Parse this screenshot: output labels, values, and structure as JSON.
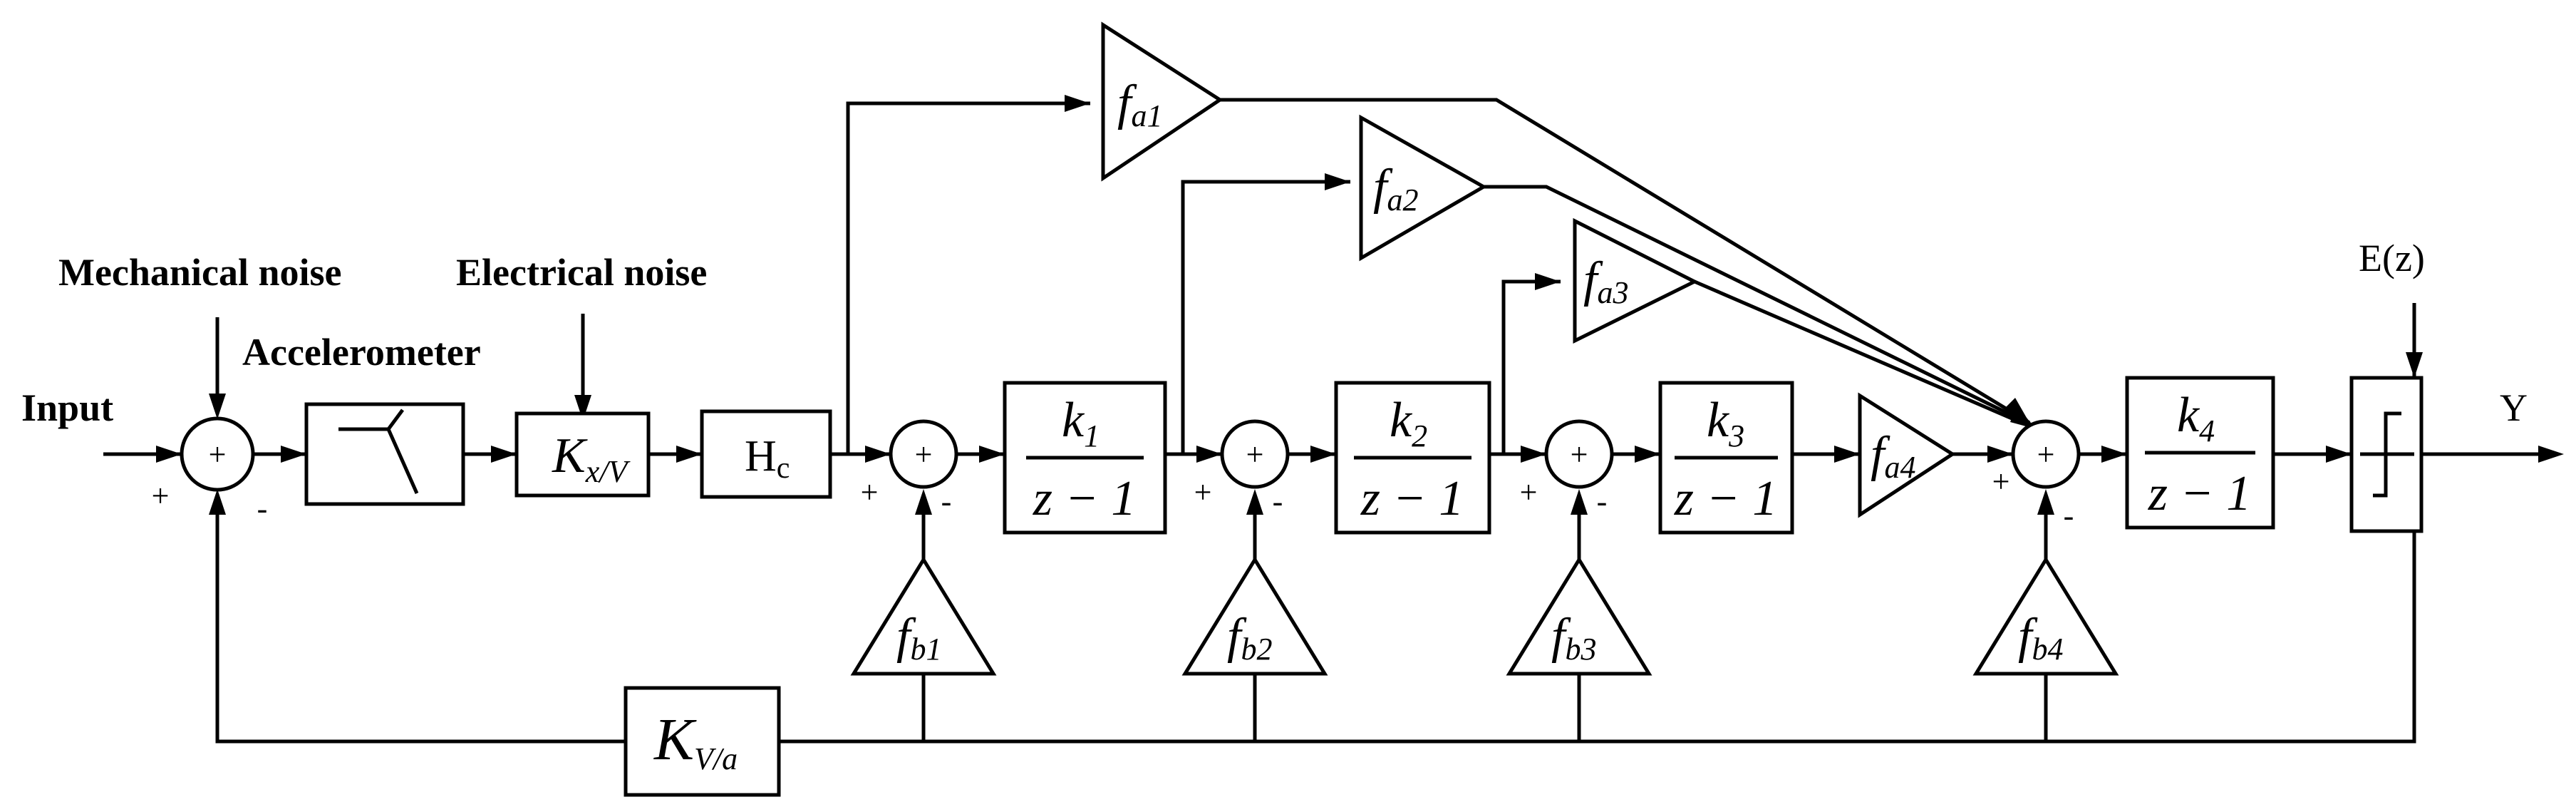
{
  "labels": {
    "input": "Input",
    "output": "Y",
    "mechanical_noise": "Mechanical noise",
    "electrical_noise": "Electrical noise",
    "accelerometer": "Accelerometer",
    "quantizer_error": "E(z)"
  },
  "signs": {
    "plus": "+",
    "minus": "-"
  },
  "blocks": {
    "kxv_main": "K",
    "kxv_sub": "x/V",
    "hc_main": "H",
    "hc_sub": "c",
    "kva_main": "K",
    "kva_sub": "V/a"
  },
  "integrators": [
    {
      "num_main": "k",
      "num_sub": "1",
      "den": "z − 1"
    },
    {
      "num_main": "k",
      "num_sub": "2",
      "den": "z − 1"
    },
    {
      "num_main": "k",
      "num_sub": "3",
      "den": "z − 1"
    },
    {
      "num_main": "k",
      "num_sub": "4",
      "den": "z − 1"
    }
  ],
  "feedforward": [
    {
      "main": "f",
      "sub": "a1"
    },
    {
      "main": "f",
      "sub": "a2"
    },
    {
      "main": "f",
      "sub": "a3"
    },
    {
      "main": "f",
      "sub": "a4"
    }
  ],
  "feedback": [
    {
      "main": "f",
      "sub": "b1"
    },
    {
      "main": "f",
      "sub": "b2"
    },
    {
      "main": "f",
      "sub": "b3"
    },
    {
      "main": "f",
      "sub": "b4"
    }
  ]
}
